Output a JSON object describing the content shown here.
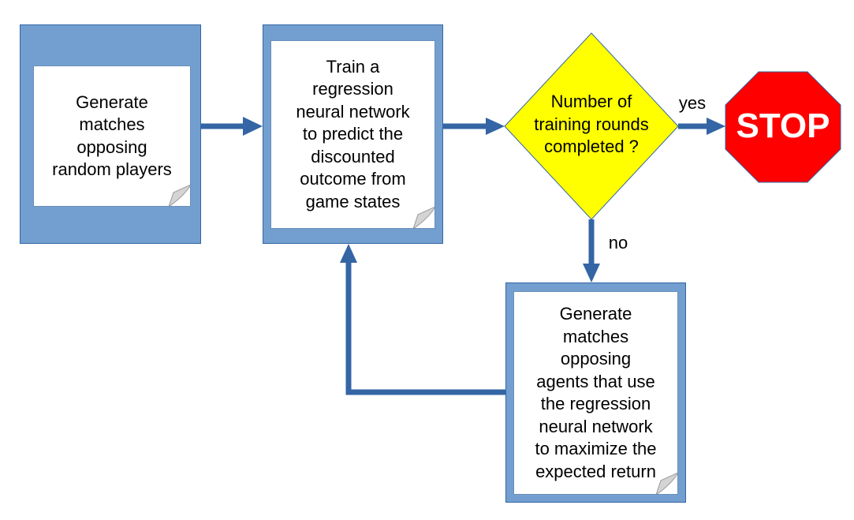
{
  "boxes": {
    "generate_random": {
      "text": "Generate\nmatches\nopposing\nrandom players"
    },
    "train": {
      "text": "Train a\nregression\nneural network\nto predict the\ndiscounted\noutcome from\ngame states"
    },
    "generate_agents": {
      "text": "Generate\nmatches\nopposing\nagents that use\nthe regression\nneural network\nto maximize the\nexpected return"
    }
  },
  "decision": {
    "text": "Number of\ntraining rounds\ncompleted ?"
  },
  "stop": {
    "text": "STOP"
  },
  "edges": {
    "yes_label": "yes",
    "no_label": "no"
  },
  "colors": {
    "frame_fill": "#729fcf",
    "frame_border": "#3465a4",
    "arrow": "#3465a4",
    "decision_fill": "#ffff00",
    "stop_fill": "#ff0000",
    "stop_text": "#ffffff"
  }
}
